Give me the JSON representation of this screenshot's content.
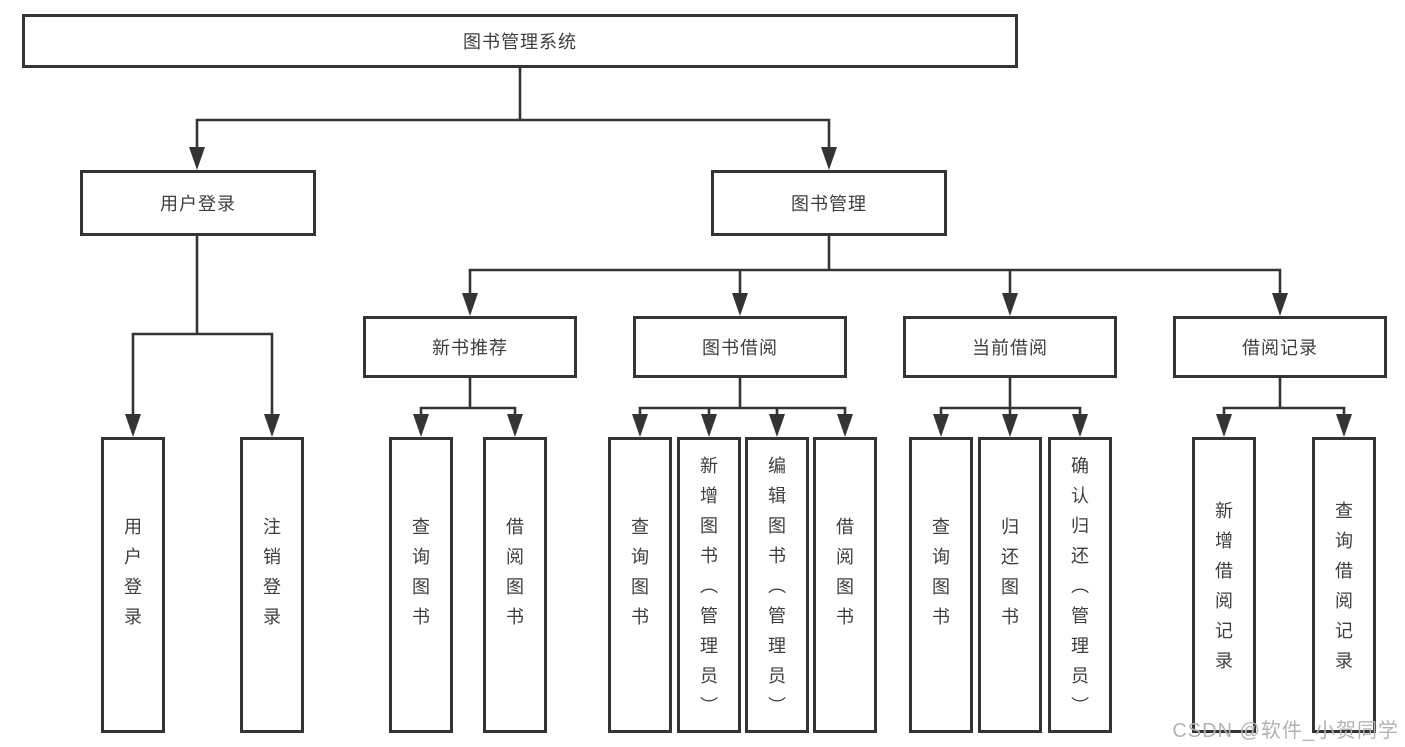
{
  "diagram_type": "hierarchy",
  "tree": {
    "label": "图书管理系统",
    "children": [
      {
        "label": "用户登录",
        "children": [
          {
            "label": "用户登录"
          },
          {
            "label": "注销登录"
          }
        ]
      },
      {
        "label": "图书管理",
        "children": [
          {
            "label": "新书推荐",
            "children": [
              {
                "label": "查询图书"
              },
              {
                "label": "借阅图书"
              }
            ]
          },
          {
            "label": "图书借阅",
            "children": [
              {
                "label": "查询图书"
              },
              {
                "label": "新增图书（管理员）"
              },
              {
                "label": "编辑图书（管理员）"
              },
              {
                "label": "借阅图书"
              }
            ]
          },
          {
            "label": "当前借阅",
            "children": [
              {
                "label": "查询图书"
              },
              {
                "label": "归还图书"
              },
              {
                "label": "确认归还（管理员）"
              }
            ]
          },
          {
            "label": "借阅记录",
            "children": [
              {
                "label": "新增借阅记录"
              },
              {
                "label": "查询借阅记录"
              }
            ]
          }
        ]
      }
    ]
  },
  "colors": {
    "line": "#343434",
    "border": "#343434",
    "text": "#3e3e3e",
    "watermark": "#b3b3b3",
    "background": "#ffffff"
  },
  "watermark": "CSDN @软件_小贺同学"
}
